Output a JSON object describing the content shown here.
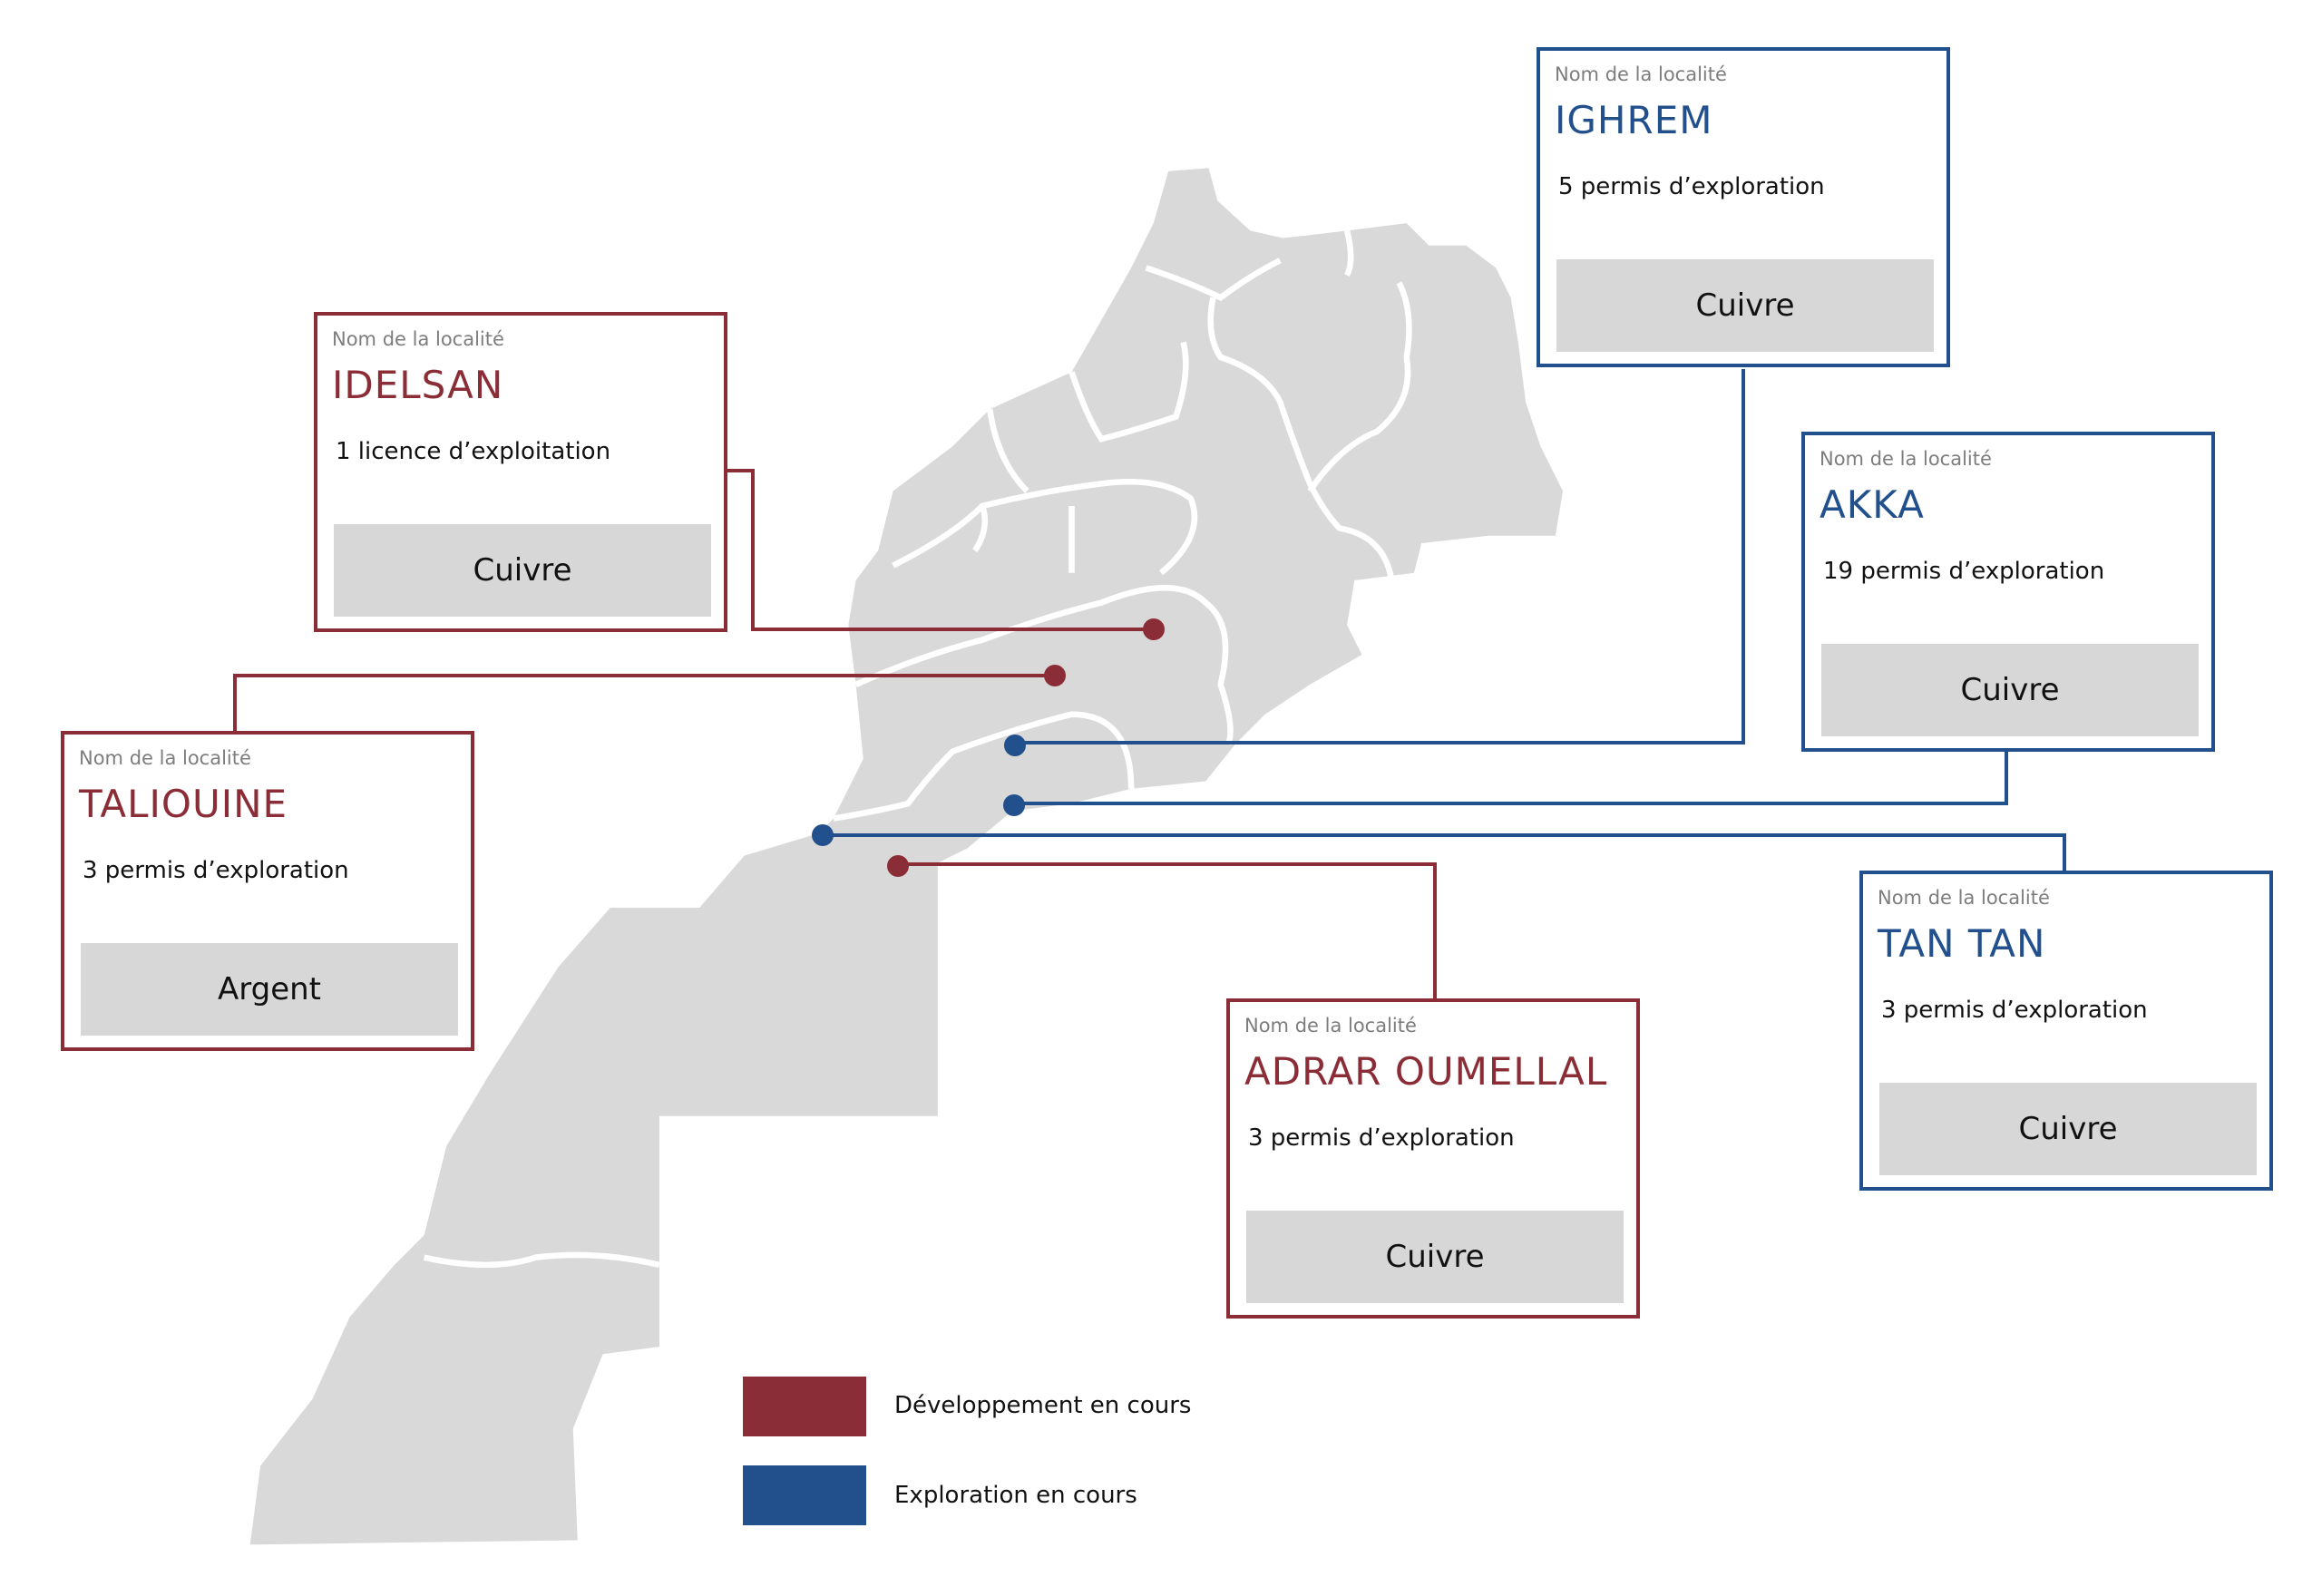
{
  "colors": {
    "development": "#8b2d36",
    "exploration": "#22508c",
    "map_fill": "#d9d9d9"
  },
  "localities": [
    {
      "label": "Nom de la localité",
      "name": "IDELSAN",
      "count": "1 licence d’exploitation",
      "mineral": "Cuivre",
      "status": "development"
    },
    {
      "label": "Nom de la localité",
      "name": "TALIOUINE",
      "count": "3 permis d’exploration",
      "mineral": "Argent",
      "status": "development"
    },
    {
      "label": "Nom de la localité",
      "name": "IGHREM",
      "count": "5 permis d’exploration",
      "mineral": "Cuivre",
      "status": "exploration"
    },
    {
      "label": "Nom de la localité",
      "name": "AKKA",
      "count": "19 permis d’exploration",
      "mineral": "Cuivre",
      "status": "exploration"
    },
    {
      "label": "Nom de la localité",
      "name": "TAN TAN",
      "count": "3 permis d’exploration",
      "mineral": "Cuivre",
      "status": "exploration"
    },
    {
      "label": "Nom de la localité",
      "name": "ADRAR OUMELLAL",
      "count": "3 permis d’exploration",
      "mineral": "Cuivre",
      "status": "development"
    }
  ],
  "legend": [
    {
      "label": "Développement en cours",
      "color": "#8b2d36"
    },
    {
      "label": "Exploration en cours",
      "color": "#22508c"
    }
  ]
}
